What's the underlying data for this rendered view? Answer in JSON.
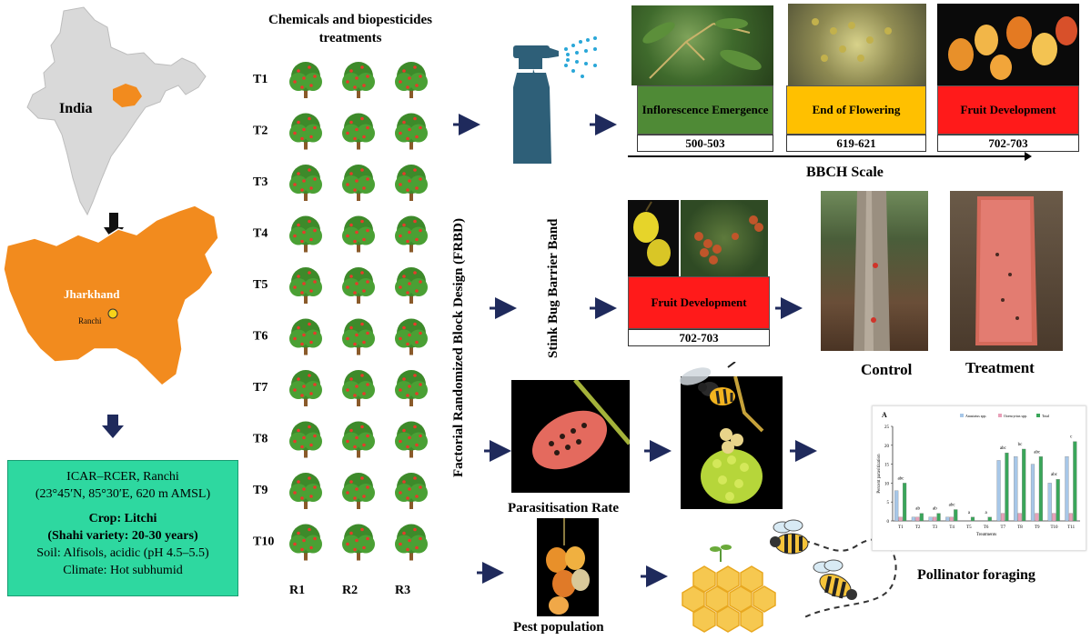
{
  "map": {
    "india_label": "India",
    "state_label": "Jharkhand",
    "city_label": "Ranchi"
  },
  "site_box": {
    "line1": "ICAR–RCER,  Ranchi",
    "line2": "(23°45′N, 85°30′E, 620 m AMSL)",
    "crop": "Crop: Litchi",
    "variety": "(Shahi variety: 20-30 years)",
    "soil": "Soil: Alfisols, acidic (pH 4.5–5.5)",
    "climate": "Climate: Hot subhumid",
    "color": "#2ed8a0"
  },
  "design": {
    "title": "Chemicals and biopesticides treatments",
    "treatments": [
      "T1",
      "T2",
      "T3",
      "T4",
      "T5",
      "T6",
      "T7",
      "T8",
      "T9",
      "T10"
    ],
    "replications": [
      "R1",
      "R2",
      "R3"
    ],
    "design_label": "Factorial Randomized Block Design (FRBD)"
  },
  "spray": {
    "band_label": "Stink Bug Barrier Band"
  },
  "bbch": {
    "stages": [
      {
        "label": "Inflorescence Emergence",
        "code": "500-503",
        "color": "#4f8a36"
      },
      {
        "label": "End of Flowering",
        "code": "619-621",
        "color": "#ffc000"
      },
      {
        "label": "Fruit Development",
        "code": "702-703",
        "color": "#ff1a1a"
      }
    ],
    "scale_label": "BBCH Scale"
  },
  "band_branch": {
    "stage_label": "Fruit Development",
    "stage_code": "702-703",
    "control_label": "Control",
    "treatment_label": "Treatment"
  },
  "parasitism": {
    "label": "Parasitisation Rate",
    "pest_label": "Pest population",
    "pollinator_label": "Pollinator foraging"
  },
  "colors": {
    "orange": "#f28b1e",
    "arrow_navy": "#1f2a5c",
    "spray_bottle": "#2e5f78"
  },
  "chart_data": {
    "type": "bar",
    "title": "A",
    "categories": [
      "T1",
      "T2",
      "T3",
      "T4",
      "T5",
      "T6",
      "T7",
      "T8",
      "T9",
      "T10",
      "T11"
    ],
    "series": [
      {
        "name": "Anastatus spp.",
        "values": [
          8,
          1,
          1,
          1,
          0,
          0,
          16,
          17,
          15,
          10,
          17
        ]
      },
      {
        "name": "Ooencyrtus spp.",
        "values": [
          1,
          1,
          1,
          1,
          0,
          0,
          2,
          2,
          2,
          2,
          2
        ]
      },
      {
        "name": "Total",
        "values": [
          10,
          2,
          2,
          3,
          1,
          1,
          18,
          19,
          17,
          11,
          21
        ]
      }
    ],
    "letters": [
      "abc",
      "ab",
      "ab",
      "abc",
      "a",
      "a",
      "abc",
      "bc",
      "abc",
      "abc",
      "c"
    ],
    "xlabel": "Treatments",
    "ylabel": "Percent parasitization",
    "ylim": [
      0,
      25
    ],
    "yticks": [
      0,
      5,
      10,
      15,
      20,
      25
    ],
    "colors": [
      "#a7c7e8",
      "#e8a0b8",
      "#3aa65a"
    ]
  }
}
